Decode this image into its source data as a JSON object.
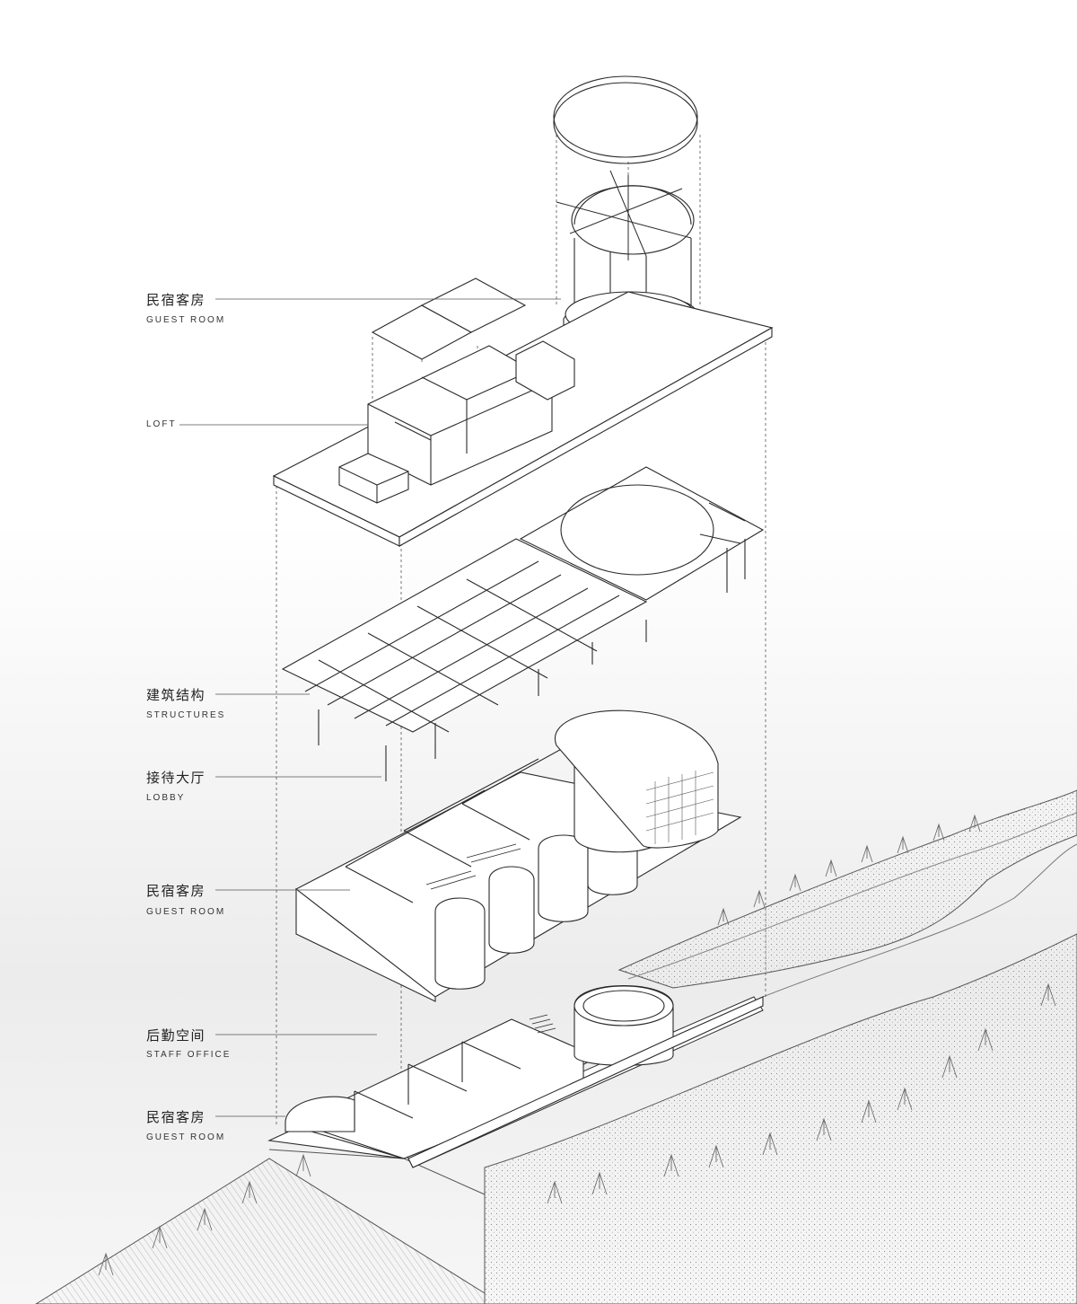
{
  "labels": [
    {
      "id": "guest-room-top",
      "cn": "民宿客房",
      "en": "GUEST ROOM"
    },
    {
      "id": "loft",
      "cn": "",
      "en": "LOFT"
    },
    {
      "id": "structures",
      "cn": "建筑结构",
      "en": "STRUCTURES"
    },
    {
      "id": "lobby",
      "cn": "接待大厅",
      "en": "LOBBY"
    },
    {
      "id": "guest-room-mid",
      "cn": "民宿客房",
      "en": "GUEST ROOM"
    },
    {
      "id": "staff-office",
      "cn": "后勤空间",
      "en": "STAFF OFFICE"
    },
    {
      "id": "guest-room-bottom",
      "cn": "民宿客房",
      "en": "GUEST ROOM"
    }
  ],
  "colors": {
    "line": "#2a2a2a",
    "hatch": "#bdbdbd",
    "fill": "#ffffff",
    "tree": "#6e6e6e"
  }
}
